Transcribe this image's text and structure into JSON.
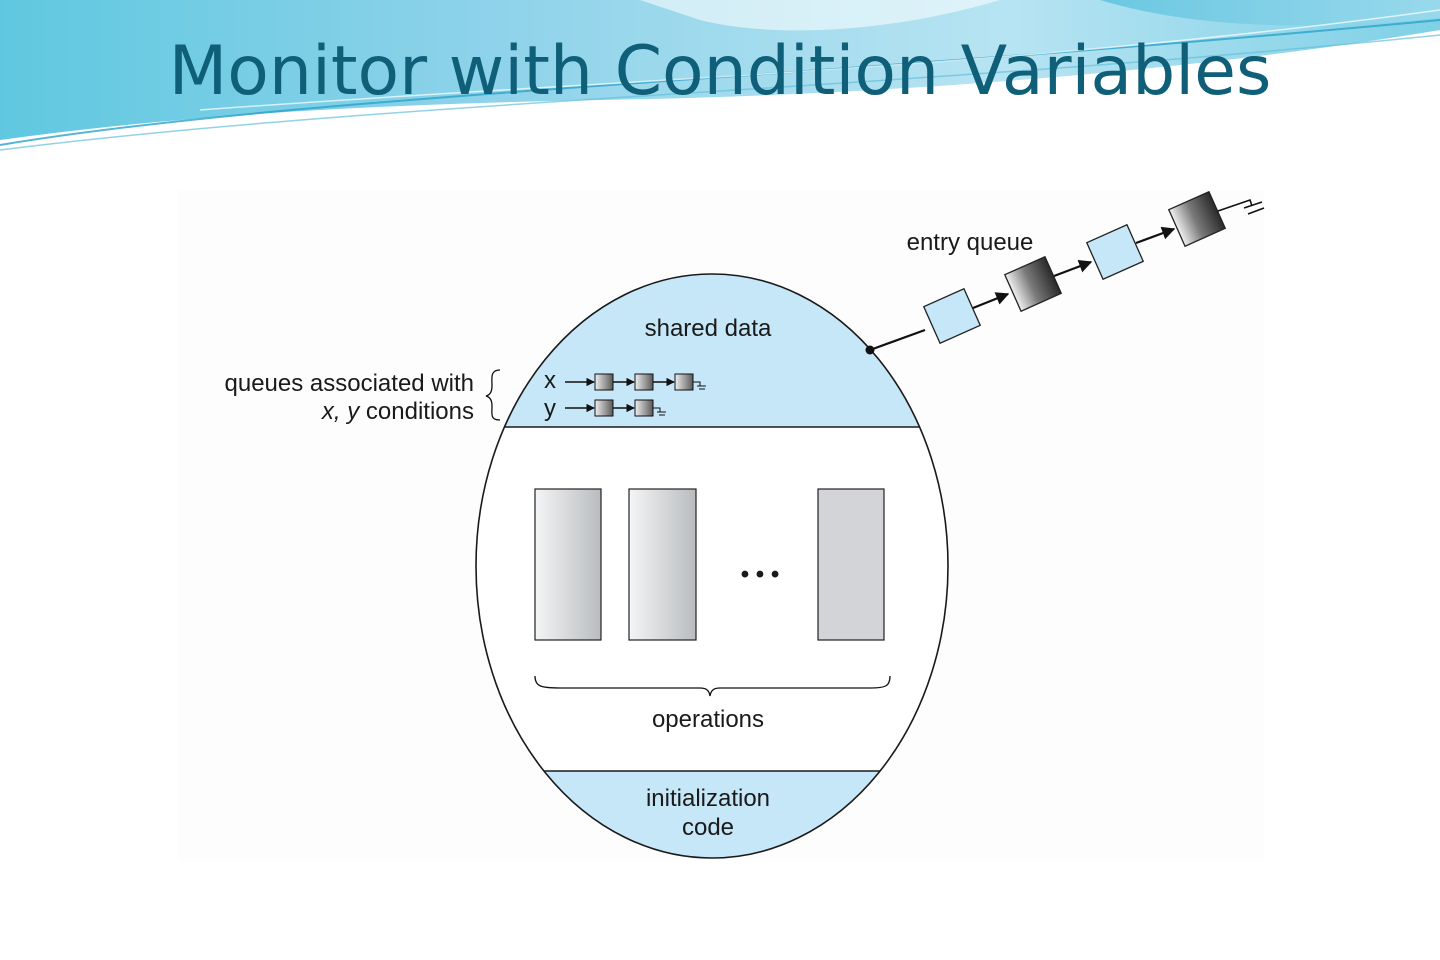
{
  "slide": {
    "title": "Monitor with Condition Variables"
  },
  "diagram": {
    "shared_data_label": "shared data",
    "entry_queue_label": "entry queue",
    "queues_label_line1": "queues associated with",
    "queues_label_line2_var": "x, y",
    "queues_label_line2_rest": " conditions",
    "queue_x_label": "x",
    "queue_y_label": "y",
    "operations_label": "operations",
    "ellipsis": "• • •",
    "init_label_line1": "initialization",
    "init_label_line2": "code"
  },
  "colors": {
    "title": "#0f5f79",
    "section_fill": "#c6e7f8",
    "outline": "#1a1a1a"
  }
}
